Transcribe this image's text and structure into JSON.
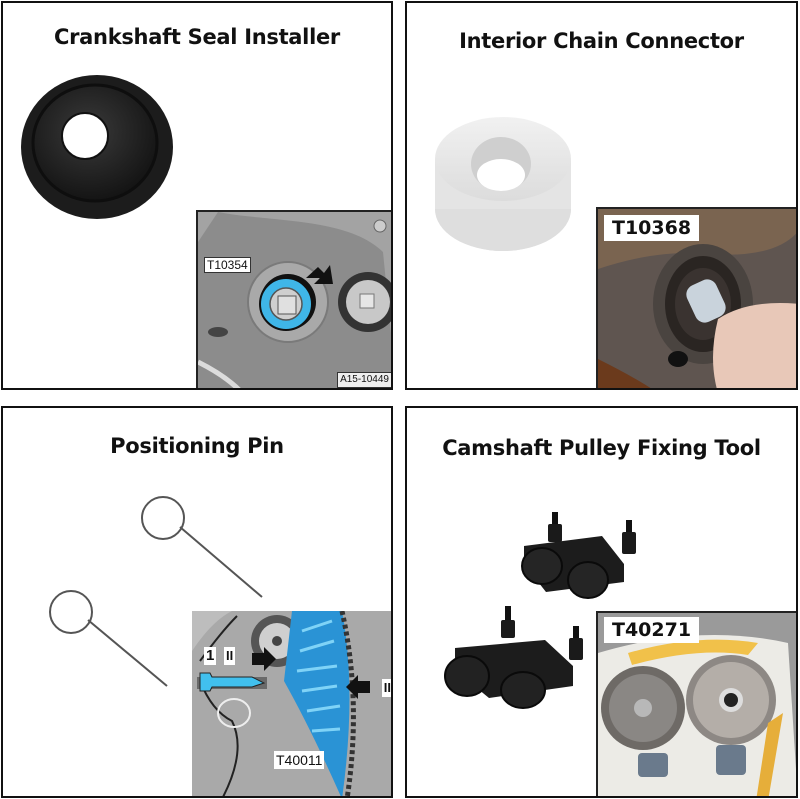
{
  "panels": [
    {
      "title": "Crankshaft Seal Installer",
      "product_image": "black-seal-installer-disc",
      "inset": {
        "part_number": "T10354",
        "figure_code": "A15-10449",
        "highlight_color": "#3fb6e8"
      }
    },
    {
      "title": "Interior Chain Connector",
      "product_image": "white-ring-connector",
      "inset": {
        "part_number": "T10368"
      }
    },
    {
      "title": "Positioning Pin",
      "product_image": "two-ring-pins",
      "inset": {
        "part_number": "T40011",
        "callout_1": "1",
        "arrow_label_1": "II",
        "arrow_label_2": "II",
        "highlight_color": "#2a93d5"
      }
    },
    {
      "title": "Camshaft Pulley Fixing Tool",
      "product_image": "two-black-fixing-tools",
      "inset": {
        "part_number": "T40271"
      }
    }
  ]
}
